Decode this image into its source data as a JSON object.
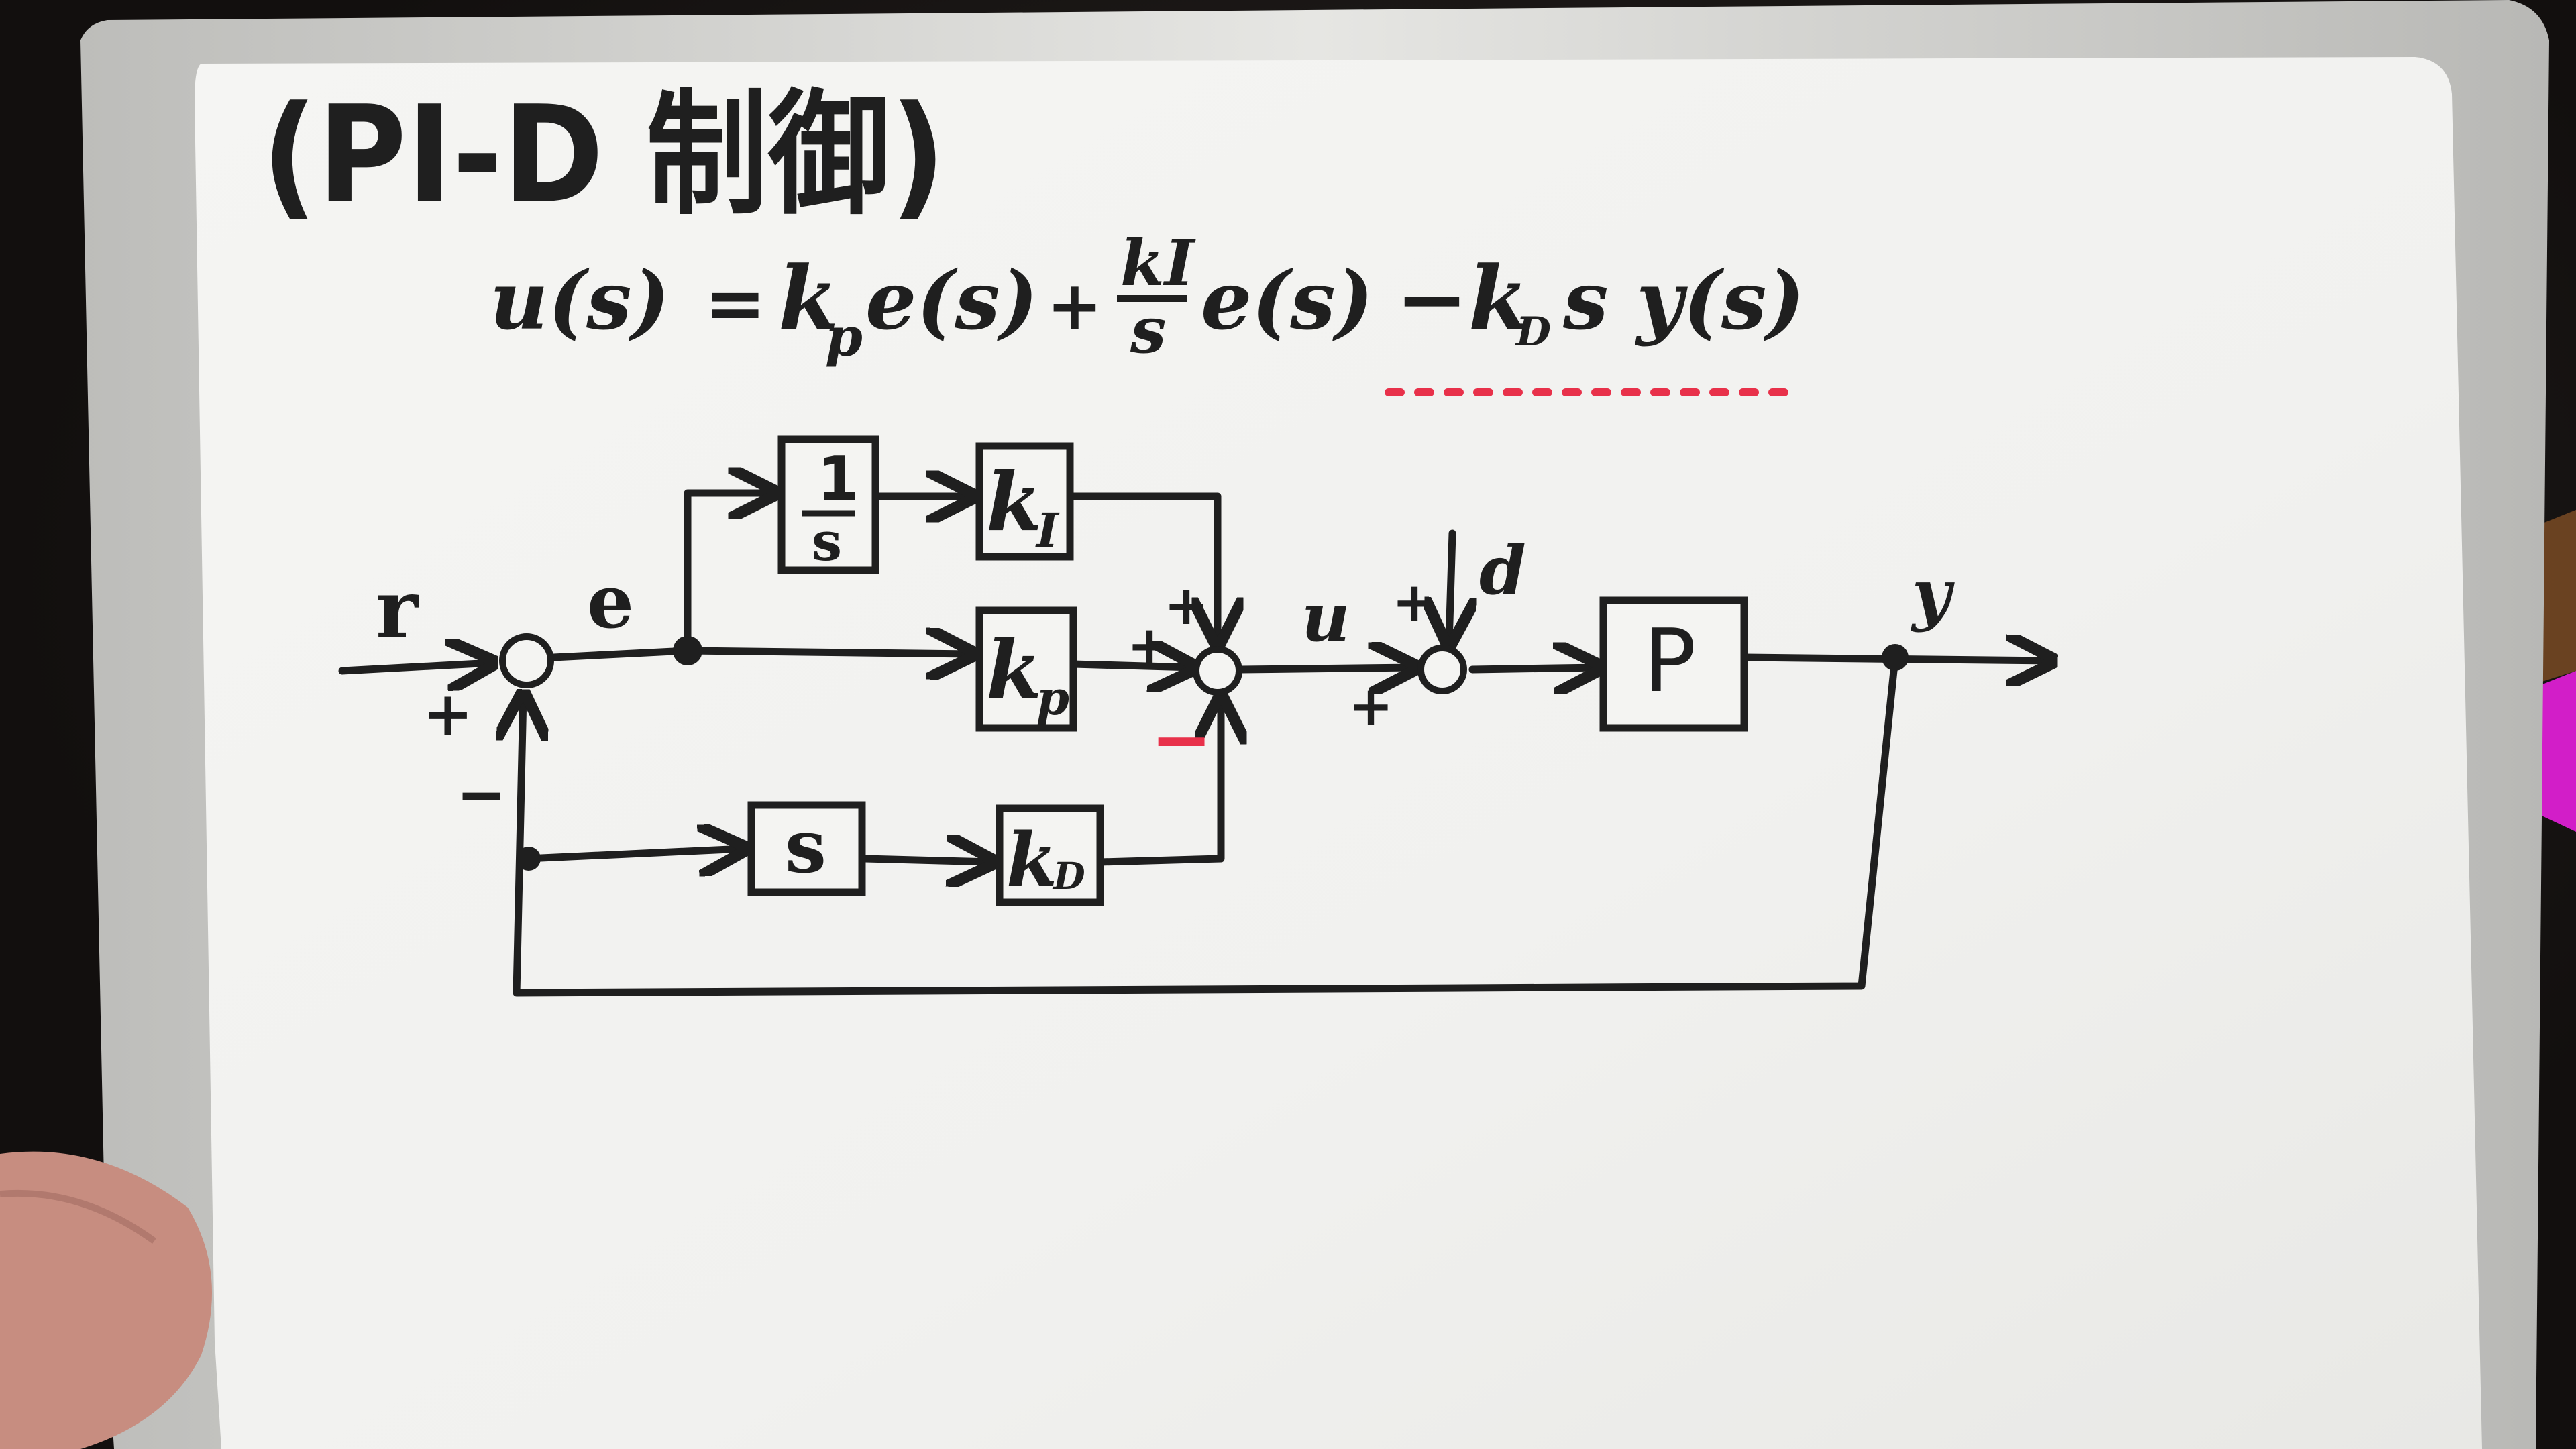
{
  "title": "(PI-D 制御)",
  "equation": {
    "u_s": "u(s)",
    "equals": "=",
    "kp_e": "k",
    "kp_sub": "p",
    "e_s1": "e(s)",
    "plus": "+",
    "frac_num": "kI",
    "frac_den": "s",
    "e_s2": "e(s)",
    "minus_term": "−k",
    "kd_sub": "D",
    "sy_s": "s y(s)"
  },
  "blocks": {
    "integrator_num": "1",
    "integrator_den": "s",
    "ki": "k",
    "ki_sub": "I",
    "kp": "k",
    "kp_sub": "p",
    "derivative": "s",
    "kd": "k",
    "kd_sub": "D",
    "plant": "P"
  },
  "signals": {
    "r": "r",
    "e": "e",
    "u": "u",
    "d": "d",
    "y": "y"
  },
  "signs": {
    "sum1_plus": "+",
    "sum1_minus": "−",
    "sum2_top_plus": "+",
    "sum2_left_plus": "+",
    "sum2_bottom_minus": "−",
    "sum3_top_plus": "+",
    "sum3_left_plus": "+"
  },
  "colors": {
    "board": "#f3f3f1",
    "frame": "#d9d9d6",
    "ink": "#1f1f1f",
    "red_marker": "#e8314a",
    "magenta_edge": "#d21ec8",
    "background": "#151414"
  }
}
